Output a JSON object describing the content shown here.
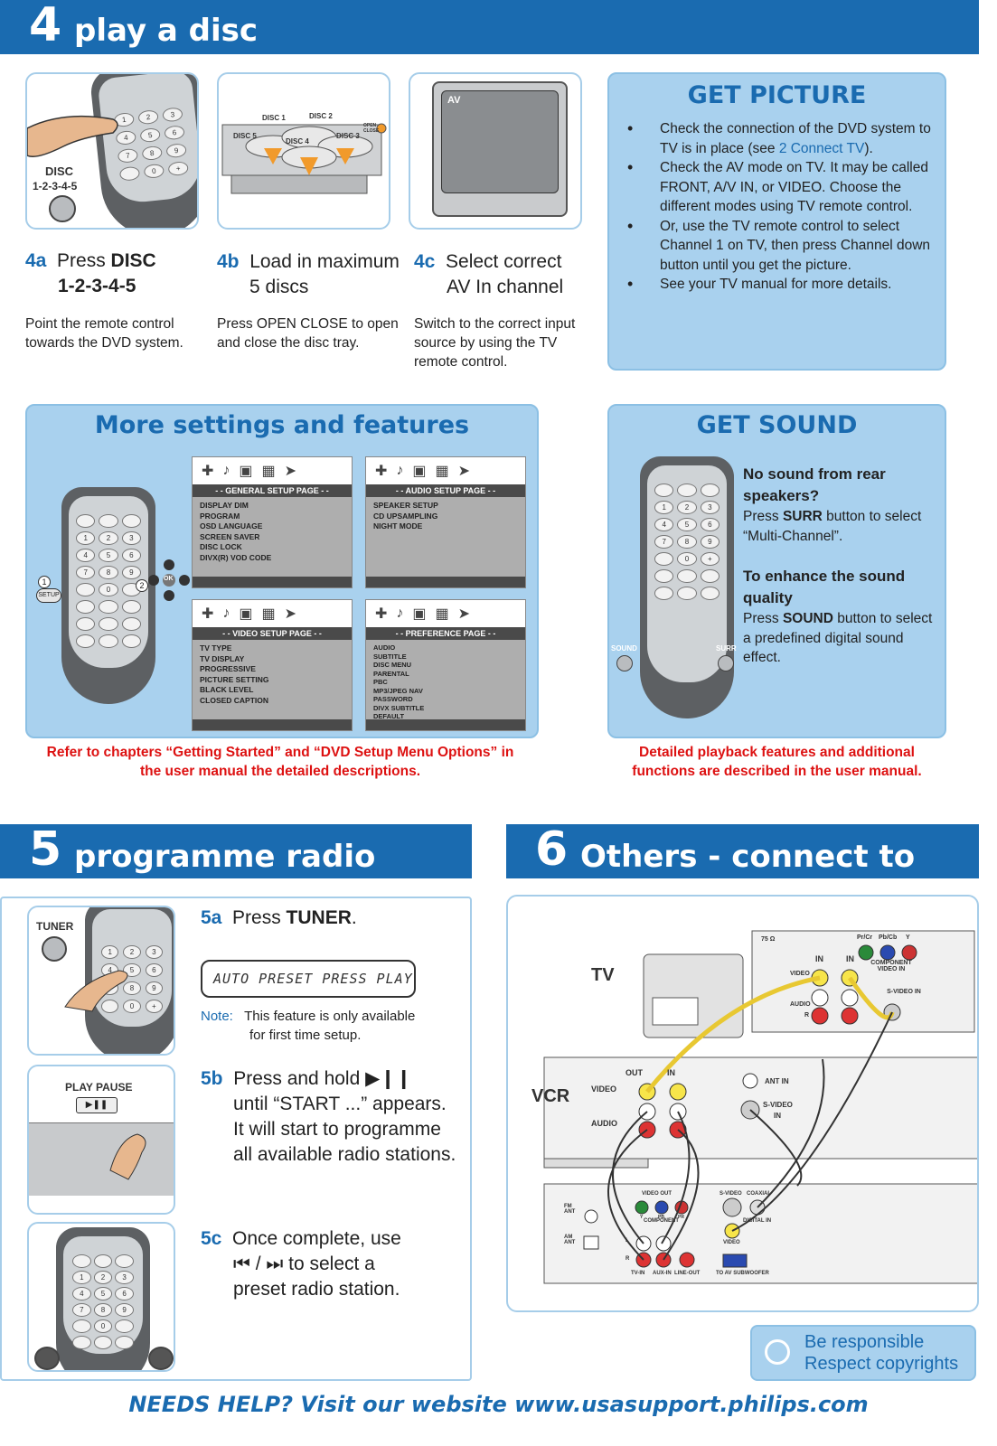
{
  "s4": {
    "num": "4",
    "title": "play a disc"
  },
  "s5": {
    "num": "5",
    "title": "programme radio stations"
  },
  "s6": {
    "num": "6",
    "title": "Others - connect to VCR"
  },
  "step4a": {
    "label": "4a",
    "text1": "Press ",
    "bold1": "DISC",
    "bold2": "1-2-3-4-5",
    "desc": "Point the remote control towards the DVD system.",
    "img_label_1": "DISC",
    "img_label_2": "1-2-3-4-5"
  },
  "step4b": {
    "label": "4b",
    "text1": "Load in maximum",
    "text2": "5 discs",
    "desc": "Press OPEN CLOSE to open and close the disc tray.",
    "discs": [
      "DISC 1",
      "DISC 2",
      "DISC 3",
      "DISC 4",
      "DISC 5"
    ],
    "open_close": "OPEN CLOSE"
  },
  "step4c": {
    "label": "4c",
    "text1": "Select correct",
    "text2": "AV In channel",
    "desc": "Switch to the correct input source by using the TV remote control.",
    "tv_label": "AV"
  },
  "get_picture": {
    "title": "GET PICTURE",
    "b1_pre": "Check the connection of the DVD system to TV is in place (see ",
    "b1_link": "2 Connect TV",
    "b1_post": ").",
    "b2": "Check the AV mode on TV.  It may be called FRONT, A/V IN, or VIDEO.  Choose the different modes using TV remote control.",
    "b3": "Or, use the TV remote control to select Channel 1 on TV, then press Channel down button until you get the picture.",
    "b4": "See your TV manual for more details."
  },
  "more_settings": {
    "title": "More settings and features",
    "setup_label": "SETUP",
    "ok_label": "OK",
    "marker1": "1",
    "marker2": "2",
    "menus": [
      {
        "title": "- - GENERAL SETUP PAGE - -",
        "items": "DISPLAY DIM\nPROGRAM\nOSD LANGUAGE\nSCREEN SAVER\nDISC LOCK\nDIVX(R) VOD CODE"
      },
      {
        "title": "- -  AUDIO SETUP PAGE  - -",
        "items": "SPEAKER SETUP\nCD UPSAMPLING\nNIGHT MODE"
      },
      {
        "title": "- -  VIDEO SETUP PAGE  - -",
        "items": "TV TYPE\nTV DISPLAY\nPROGRESSIVE\nPICTURE SETTING\nBLACK LEVEL\nCLOSED CAPTION"
      },
      {
        "title": "- -  PREFERENCE PAGE  - -",
        "items": "AUDIO\nSUBTITLE\nDISC MENU\nPARENTAL\nPBC\nMP3/JPEG NAV\nPASSWORD\nDIVX SUBTITLE\nDEFAULT"
      }
    ],
    "note": "Refer to chapters “Getting Started” and “DVD Setup Menu Options” in the user manual the detailed descriptions."
  },
  "get_sound": {
    "title": "GET SOUND",
    "h1": "No sound from rear speakers?",
    "p1_pre": "Press ",
    "p1_bold": "SURR",
    "p1_post": " button to select “Multi-Channel”.",
    "h2": "To enhance the sound quality",
    "p2_pre": "Press ",
    "p2_bold": "SOUND",
    "p2_post": " button to select a predefined digital sound effect.",
    "sound_label": "SOUND",
    "surr_label": "SURR",
    "note": "Detailed playback features and additional functions are described in the user manual."
  },
  "step5a": {
    "label": "5a",
    "text": "Press ",
    "bold": "TUNER",
    "end": ".",
    "display": "AUTO PRESET PRESS PLAY",
    "note_label": "Note:",
    "note1": "This feature is only available",
    "note2": "for first time setup.",
    "img_label": "TUNER"
  },
  "step5b": {
    "label": "5b",
    "text1": "Press and hold ▶❙❙",
    "text2": "until “START ...” appears.",
    "text3": "It will start to programme",
    "text4": "all available radio stations.",
    "img_label": "PLAY PAUSE"
  },
  "step5c": {
    "label": "5c",
    "text1": "Once complete, use",
    "text2": "⏮ / ⏭ to select a",
    "text3": "preset radio station."
  },
  "vcr": {
    "tv": "TV",
    "vcr": "VCR",
    "labels": {
      "in1": "IN",
      "in2": "IN",
      "video": "VIDEO",
      "audio": "AUDIO",
      "r": "R",
      "component": "COMPONENT VIDEO IN",
      "svideo_in": "S-VIDEO IN",
      "pr": "Pr/Cr",
      "pb": "Pb/Cb",
      "y": "Y",
      "ohm": "75 Ω",
      "out": "OUT",
      "vin": "IN",
      "vvideo": "VIDEO",
      "vaudio": "AUDIO",
      "ant": "ANT IN",
      "svid": "S-VIDEO",
      "svid2": "IN",
      "fm": "FM ANT",
      "am": "AM ANT",
      "video_out": "VIDEO OUT",
      "component2": "COMPONENT",
      "coaxial": "COAXIAL",
      "digital": "DIGITAL IN",
      "video2": "VIDEO",
      "tvin": "TV-IN",
      "auxin": "AUX-IN",
      "lineout": "LINE-OUT",
      "sub": "TO AV SUBWOOFER",
      "l": "L",
      "r2": "R",
      "yy": "Y",
      "pb2": "PB",
      "pr2": "PR",
      "svideo2": "S-VIDEO"
    }
  },
  "badge": {
    "line1": "Be responsible",
    "line2": "Respect copyrights"
  },
  "footer": "NEEDS HELP?  Visit our website www.usasupport.philips.com",
  "colors": {
    "accent": "#1a6bb0",
    "panel": "#a9d1ee",
    "warning": "#dd1111"
  }
}
